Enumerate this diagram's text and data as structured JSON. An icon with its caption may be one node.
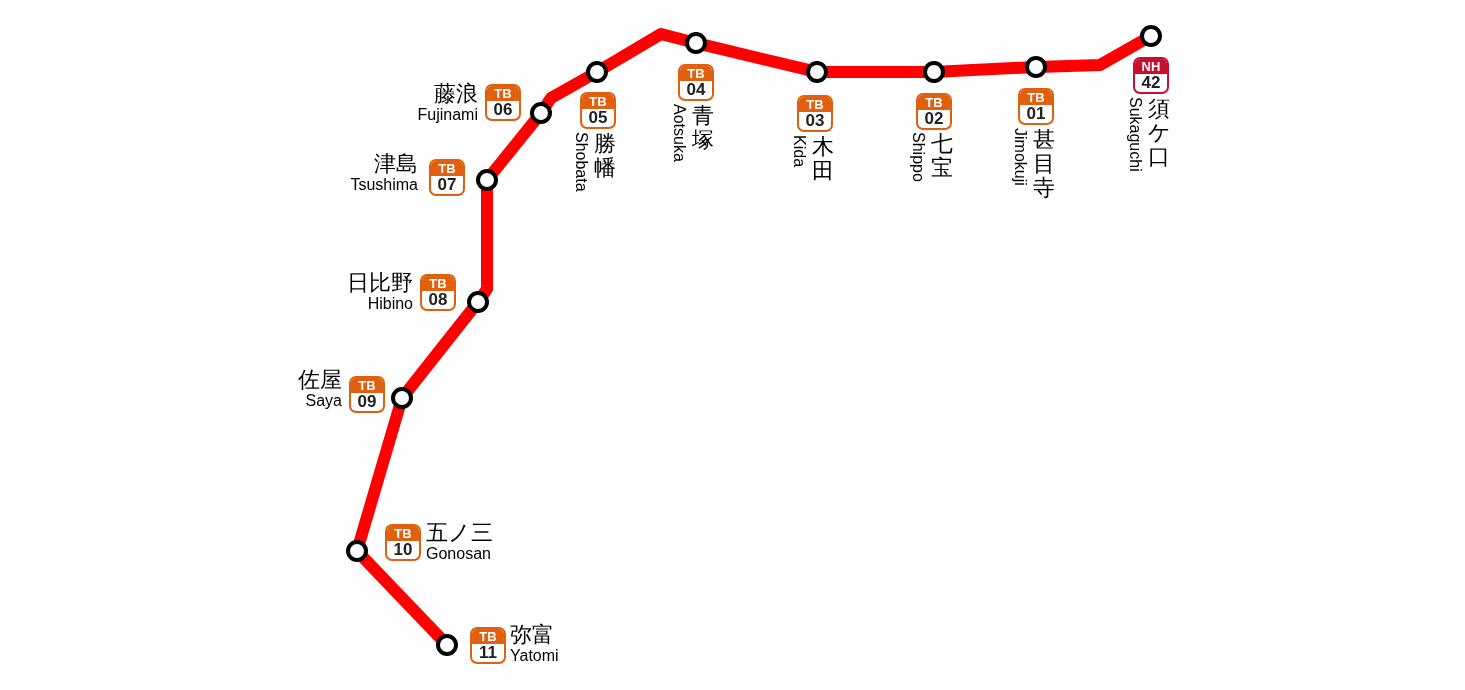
{
  "diagram": {
    "nodes": [
      {
        "text": [],
        "shape": "circle"
      },
      {
        "text": [
          "NH",
          "42"
        ],
        "beside": [
          "須ケ口",
          "Sukaguchi"
        ]
      },
      {
        "text": [],
        "shape": "circle"
      },
      {
        "text": [
          "TB",
          "01"
        ],
        "beside": [
          "甚目寺",
          "Jimokuji"
        ]
      },
      {
        "text": [],
        "shape": "circle"
      },
      {
        "text": [
          "TB",
          "02"
        ],
        "beside": [
          "七宝",
          "Shippo"
        ]
      },
      {
        "text": [],
        "shape": "circle"
      },
      {
        "text": [
          "TB",
          "03"
        ],
        "beside": [
          "木田",
          "Kida"
        ]
      },
      {
        "text": [],
        "shape": "circle"
      },
      {
        "text": [
          "TB",
          "04"
        ],
        "beside": [
          "青塚",
          "Aotsuka"
        ]
      },
      {
        "text": [],
        "shape": "circle"
      },
      {
        "text": [
          "TB",
          "05"
        ],
        "beside": [
          "勝幡",
          "Shobata"
        ]
      },
      {
        "text": [],
        "shape": "circle"
      },
      {
        "text": [
          "TB",
          "06"
        ],
        "beside": [
          "藤浪",
          "Fujinami"
        ]
      },
      {
        "text": [],
        "shape": "circle"
      },
      {
        "text": [
          "TB",
          "07"
        ],
        "beside": [
          "津島",
          "Tsushima"
        ]
      },
      {
        "text": [],
        "shape": "circle"
      },
      {
        "text": [
          "TB",
          "08"
        ],
        "beside": [
          "日比野",
          "Hibino"
        ]
      },
      {
        "text": [],
        "shape": "circle"
      },
      {
        "text": [
          "TB",
          "09"
        ],
        "beside": [
          "佐屋",
          "Saya"
        ]
      },
      {
        "text": [],
        "shape": "circle"
      },
      {
        "text": [
          "TB",
          "10"
        ],
        "beside": [
          "五ノ三",
          "Gonosan"
        ]
      },
      {
        "text": [],
        "shape": "circle"
      },
      {
        "text": [
          "TB",
          "11"
        ],
        "beside": [
          "弥富",
          "Yatomi"
        ]
      }
    ],
    "edges": [
      {
        "from": 0,
        "to": 2,
        "arrow": "none"
      },
      {
        "from": 2,
        "to": 4,
        "arrow": "none"
      },
      {
        "from": 4,
        "to": 6,
        "arrow": "none"
      },
      {
        "from": 6,
        "to": 8,
        "arrow": "none"
      },
      {
        "from": 8,
        "to": 10,
        "arrow": "none"
      },
      {
        "from": 10,
        "to": 12,
        "arrow": "none"
      },
      {
        "from": 12,
        "to": 14,
        "arrow": "none"
      },
      {
        "from": 14,
        "to": 16,
        "arrow": "none"
      },
      {
        "from": 16,
        "to": 18,
        "arrow": "none"
      },
      {
        "from": 18,
        "to": 20,
        "arrow": "none"
      },
      {
        "from": 20,
        "to": 22,
        "arrow": "none"
      }
    ]
  }
}
